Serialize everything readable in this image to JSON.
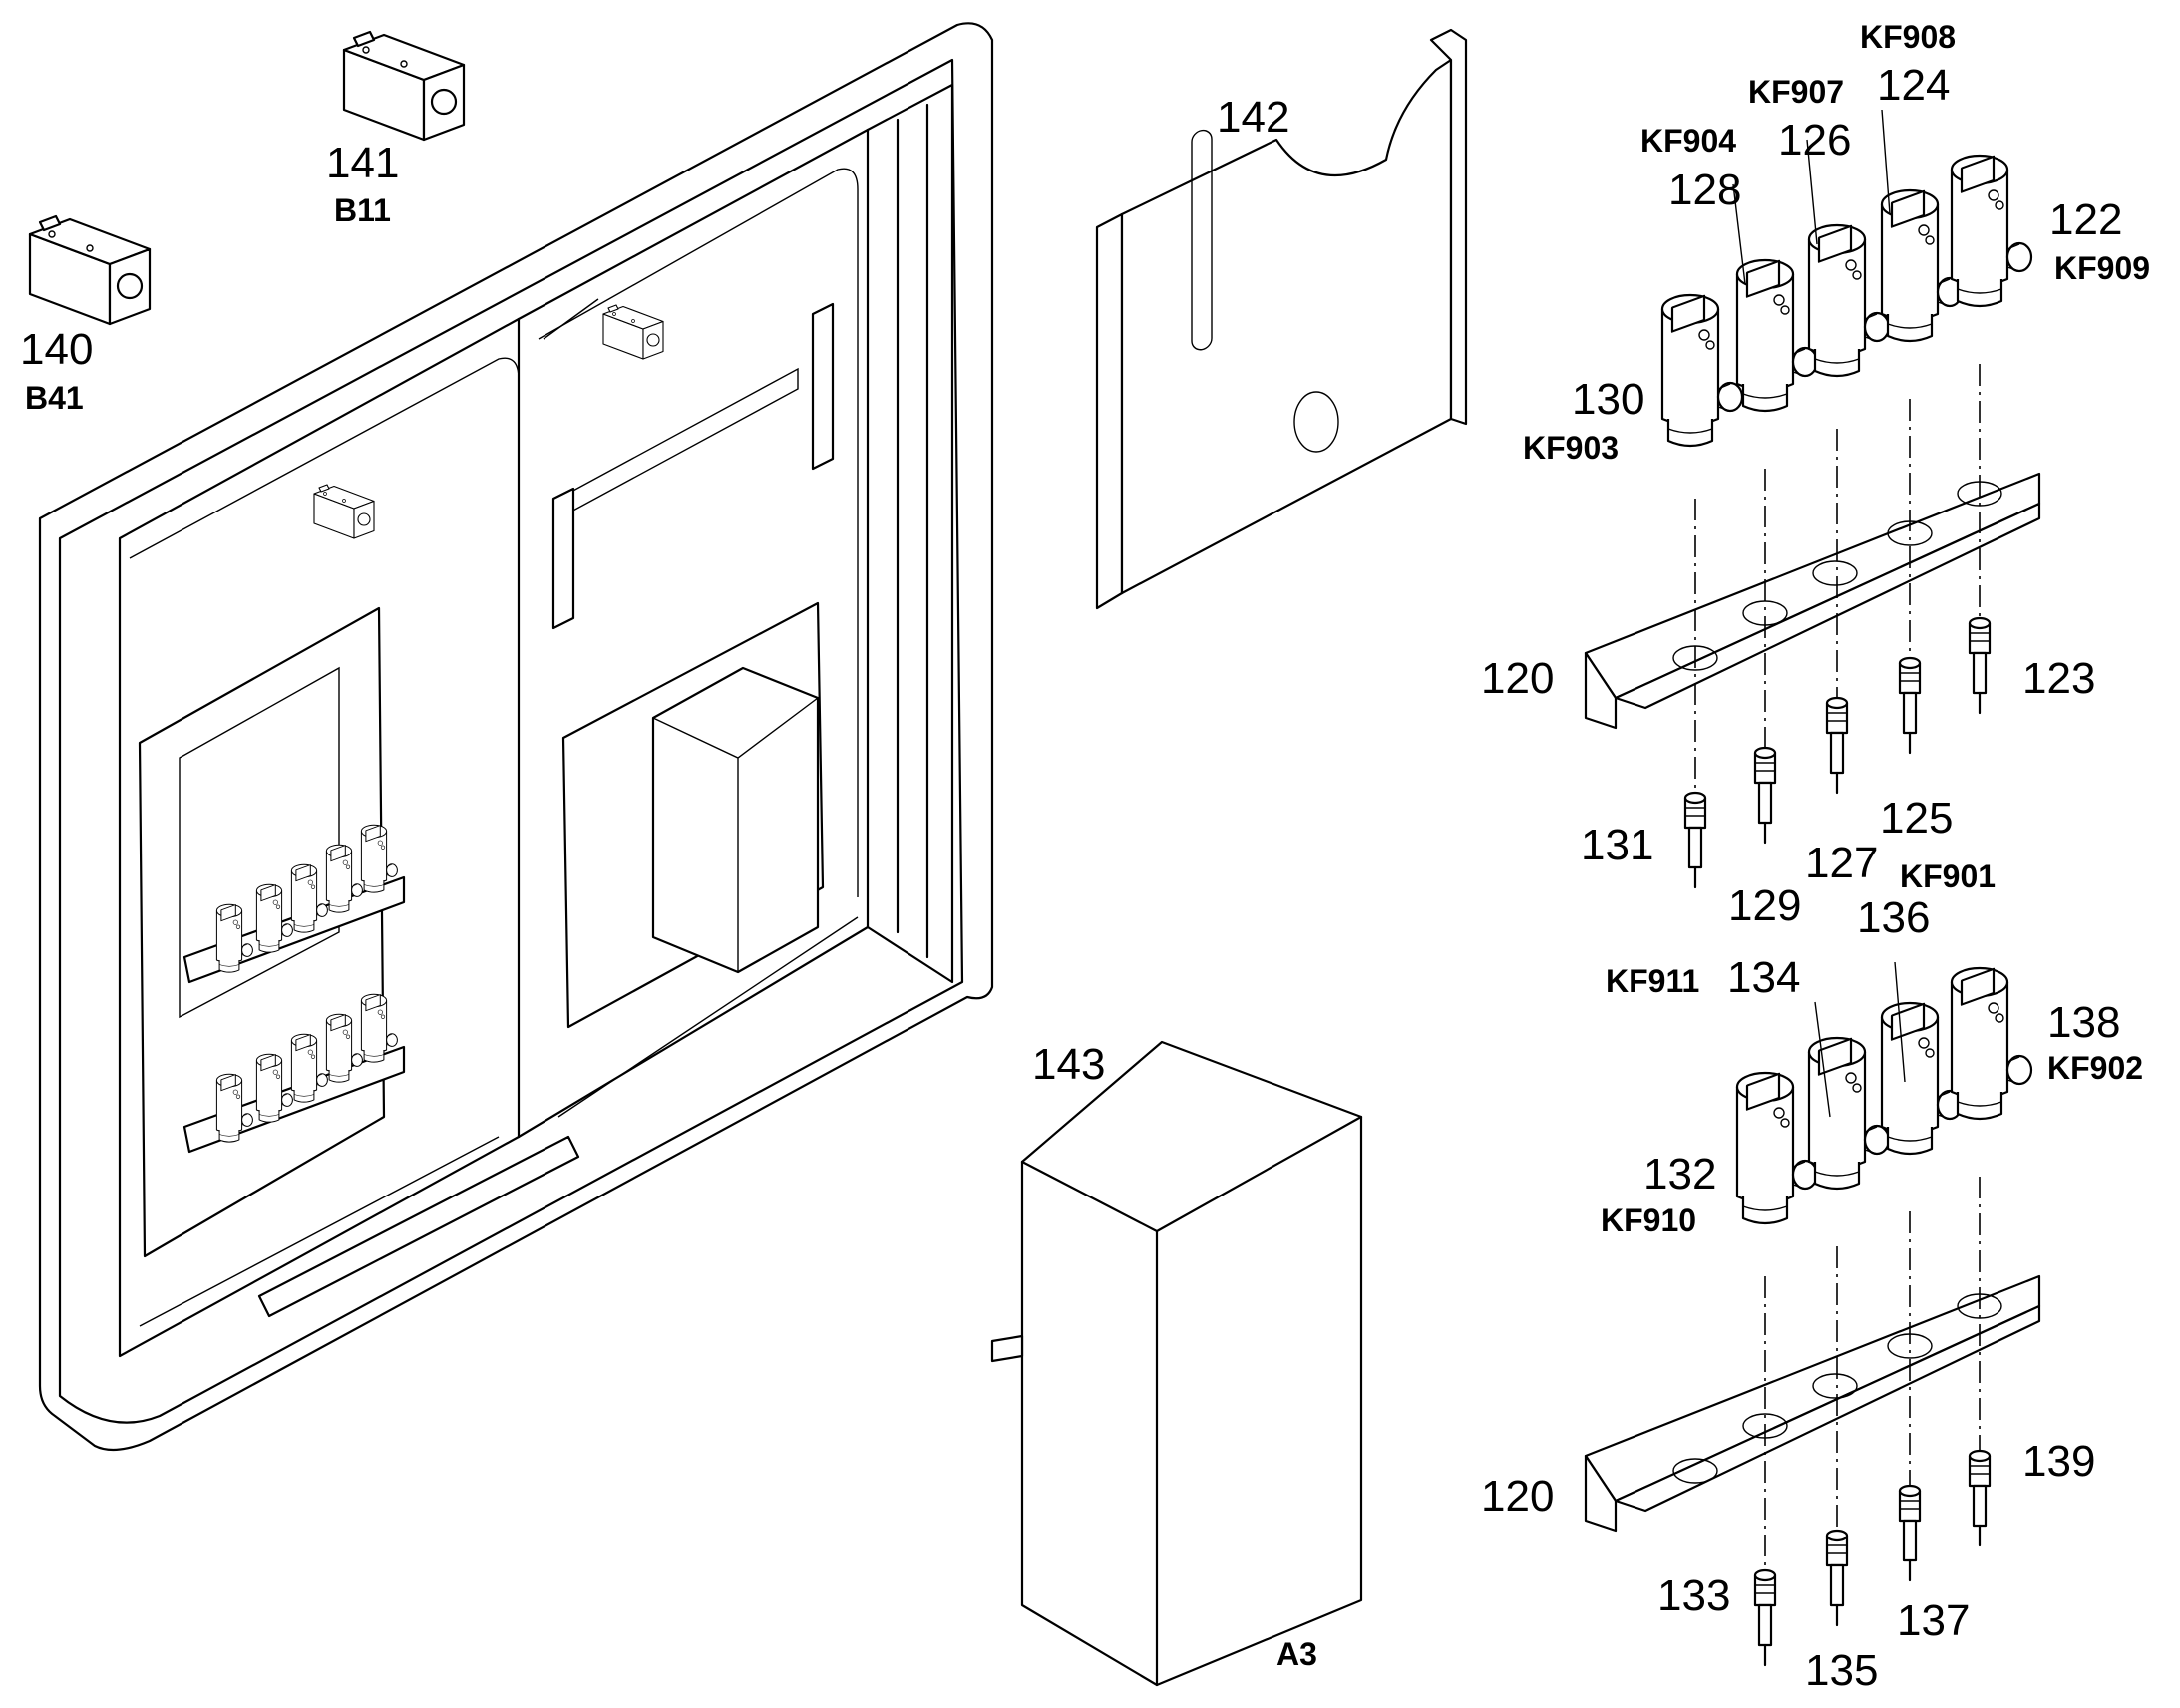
{
  "labels": {
    "p140": "140",
    "p140_tag": "B41",
    "p141": "141",
    "p141_tag": "B11",
    "p142": "142",
    "p143": "143",
    "p143_tag": "A3",
    "kf908": "KF908",
    "p124": "124",
    "kf907": "KF907",
    "p126": "126",
    "kf904": "KF904",
    "p128": "128",
    "p122": "122",
    "kf909": "KF909",
    "p130": "130",
    "kf903": "KF903",
    "p120a": "120",
    "p123": "123",
    "p131": "131",
    "p129": "129",
    "p127": "127",
    "p125": "125",
    "kf901": "KF901",
    "p136": "136",
    "kf911": "KF911",
    "p134": "134",
    "p138": "138",
    "kf902": "KF902",
    "p132": "132",
    "kf910": "KF910",
    "p120b": "120",
    "p139": "139",
    "p133": "133",
    "p135": "135",
    "p137": "137"
  }
}
